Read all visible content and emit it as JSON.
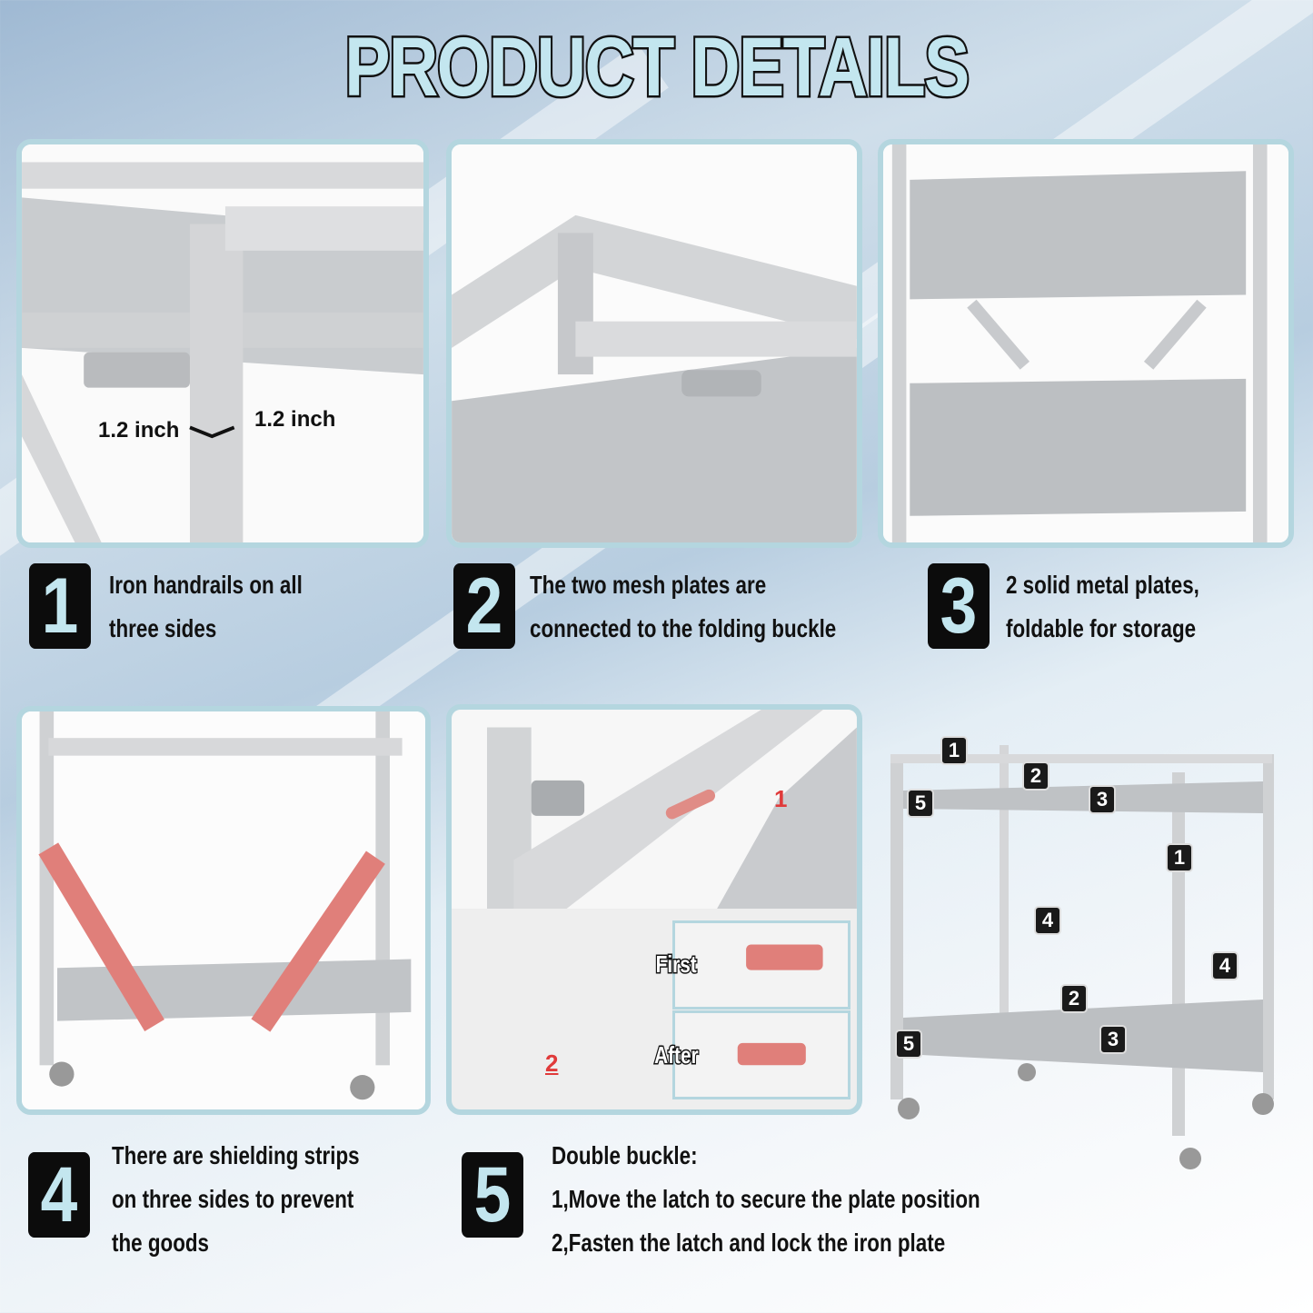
{
  "title": "PRODUCT DETAILS",
  "dimensions": {
    "left": "1.2 inch",
    "right": "1.2 inch"
  },
  "features": [
    {
      "number": "1",
      "lines": [
        "Iron handrails on all",
        "three sides"
      ]
    },
    {
      "number": "2",
      "lines": [
        "The two mesh plates are",
        "connected to the folding buckle"
      ]
    },
    {
      "number": "3",
      "lines": [
        "2 solid metal plates,",
        "foldable for storage"
      ]
    },
    {
      "number": "4",
      "lines": [
        "There are shielding strips",
        "on three sides to prevent",
        "the goods"
      ]
    },
    {
      "number": "5",
      "lines": [
        "Double buckle:",
        "1,Move the latch to secure the plate position",
        "2,Fasten the latch and lock the iron plate"
      ]
    }
  ],
  "buckle_panel": {
    "first": "First",
    "after": "After",
    "step1": "1",
    "step2": "2"
  },
  "diagram_tags": [
    "1",
    "2",
    "5",
    "3",
    "1",
    "4",
    "4",
    "2",
    "5",
    "3"
  ],
  "colors": {
    "accent": "#c3e6ef",
    "border": "#b4d6df",
    "badge": "#0c0c0c",
    "strip": "#e07f7a"
  }
}
